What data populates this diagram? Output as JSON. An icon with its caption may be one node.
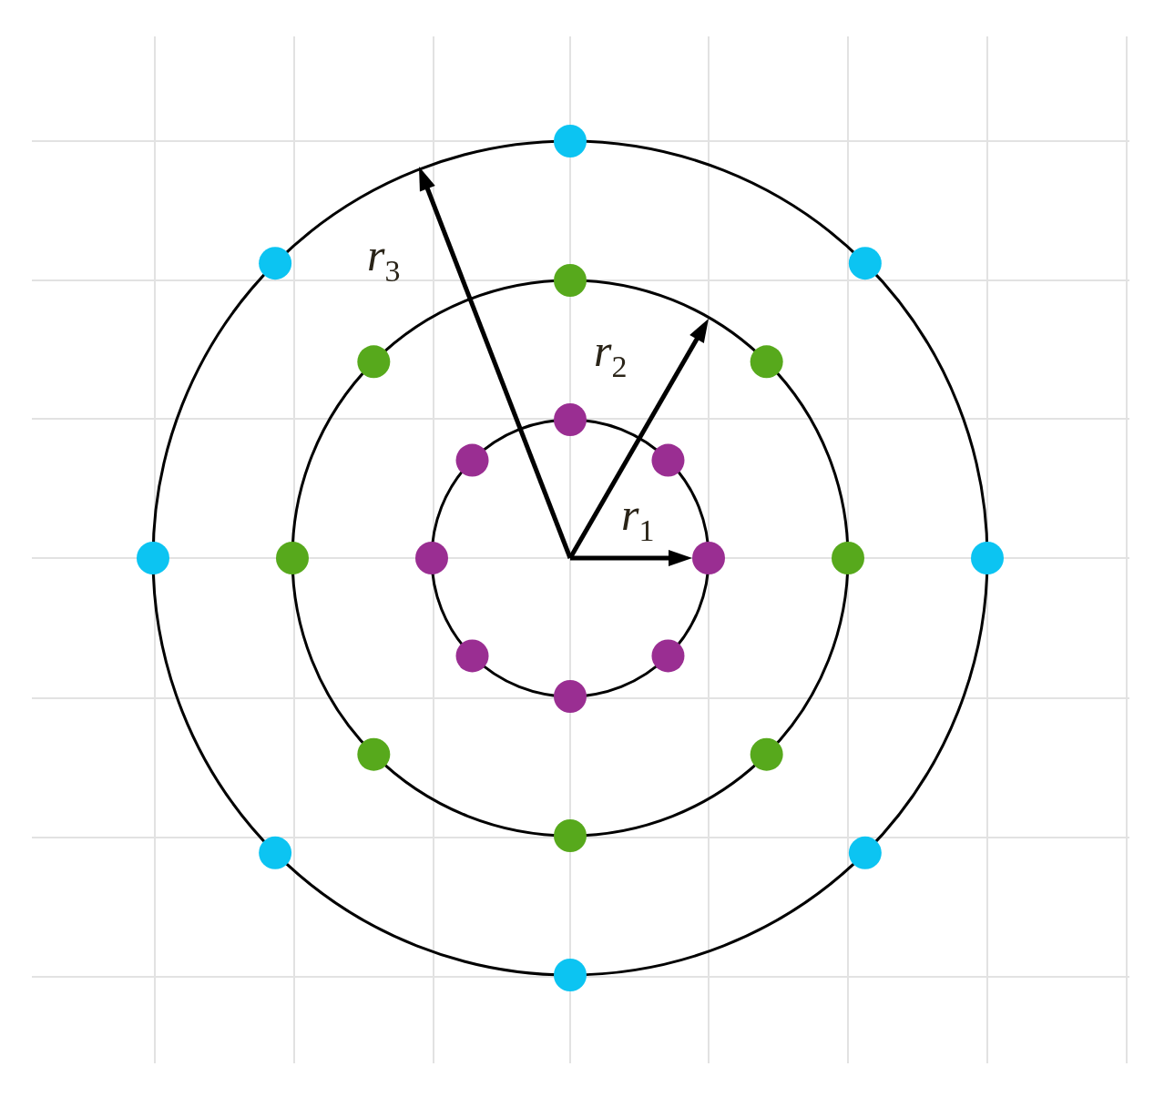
{
  "diagram": {
    "labels": [
      "r$_{3}$",
      "r$_{2}$",
      "r$_{1}$"
    ]
  }
}
